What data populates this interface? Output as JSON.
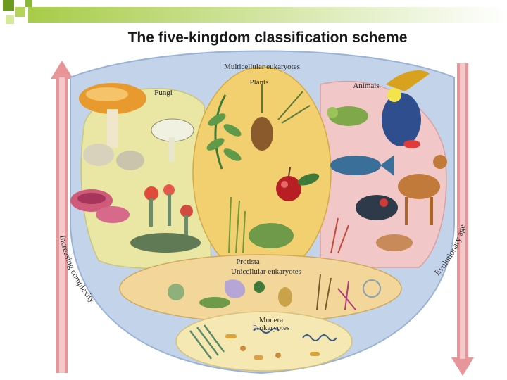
{
  "slide": {
    "title": "The five-kingdom classification scheme"
  },
  "diagram": {
    "outer_label": "Multicellular eukaryotes",
    "kingdoms": {
      "fungi": "Fungi",
      "plants": "Plants",
      "animals": "Animals",
      "protista": "Protista",
      "protista_sub": "Unicellular eukaryotes",
      "monera": "Monera",
      "monera_sub": "Prokaryotes"
    },
    "arrows": {
      "left": "Increasing complexity",
      "right": "Evolutionary age"
    }
  },
  "colors": {
    "header_green_dark": "#6b9a1f",
    "header_green_light": "#b5d35a",
    "bowl_blue": "#c3d3ea",
    "fungi_yellow": "#e9e7a3",
    "plants_orange": "#f2cf6f",
    "animals_pink": "#f1c7c8",
    "protista_tan": "#f3d79a",
    "monera_cream": "#f6e8b2",
    "arrow_pink": "#efb4b6"
  }
}
